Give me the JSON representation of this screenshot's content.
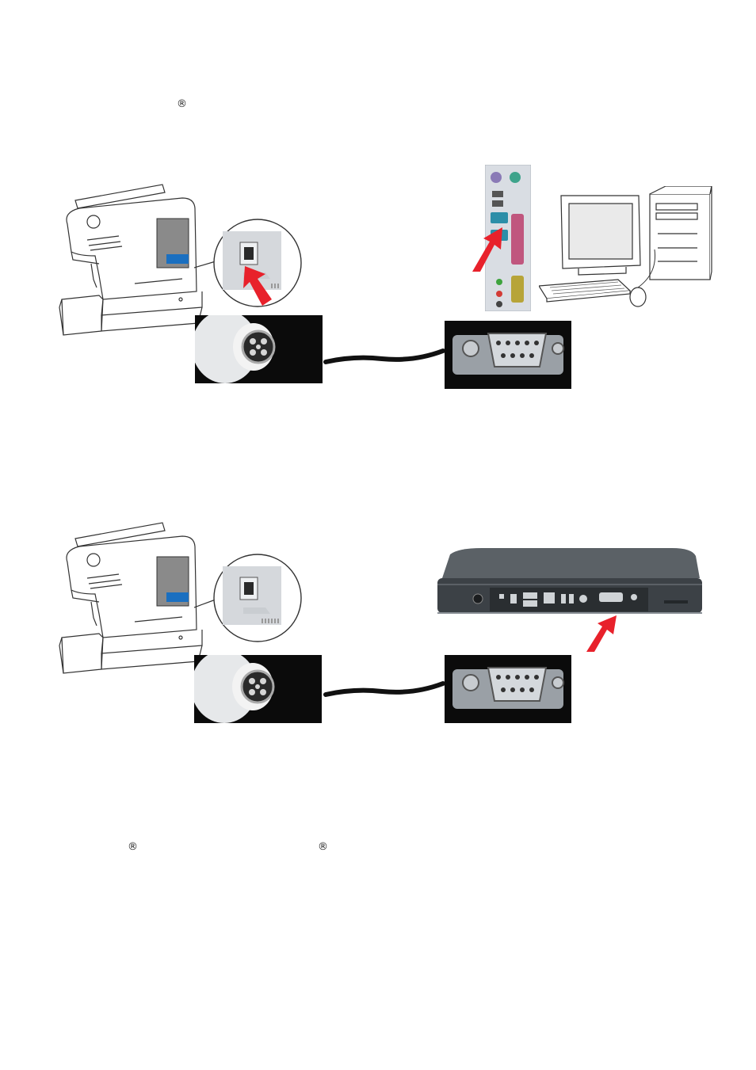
{
  "page": {
    "registered_marks": [
      "®",
      "®",
      "®"
    ]
  },
  "illustrations": {
    "top": {
      "machine": "sewing-machine",
      "port_callout": "machine-serial-port",
      "plug_left": "mini-din-plug",
      "plug_right": "db9-female-connector",
      "computer": "desktop-pc",
      "computer_port_panel": "pc-rear-io-panel"
    },
    "bottom": {
      "machine": "sewing-machine",
      "port_callout": "machine-serial-port",
      "plug_left": "mini-din-plug",
      "plug_right": "db9-female-connector",
      "computer": "laptop-rear-view"
    }
  },
  "colors": {
    "arrow": "#e8212b",
    "screen_accent": "#1a6fc0",
    "photo_bg": "#0b0b0b"
  }
}
